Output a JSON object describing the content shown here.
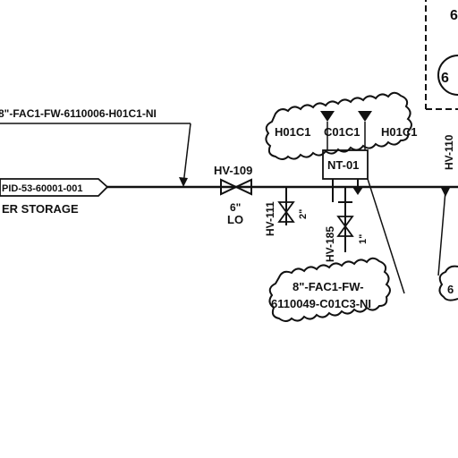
{
  "diagram": {
    "line_tag_top": "8\"-FAC1-FW-6110006-H01C1-NI",
    "offpage_ref": "PID-53-60001-001",
    "offpage_desc": "ER STORAGE",
    "valve_main": {
      "tag": "HV-109",
      "size": "6\"",
      "status": "LO"
    },
    "valve_vent": {
      "tag": "HV-111",
      "size": "2\""
    },
    "valve_drain": {
      "tag": "HV-185",
      "size": "1\""
    },
    "valve_right": {
      "tag": "HV-110"
    },
    "instrument": {
      "tag": "NT-01"
    },
    "cloud_top": {
      "tags": [
        "H01C1",
        "C01C1",
        "H01C1"
      ]
    },
    "cloud_bottom": {
      "line1": "8\"-FAC1-FW-",
      "line2": "6110049-C01C3-NI"
    },
    "right_partial": {
      "glyph": "6",
      "cloud_glyph": "6"
    }
  }
}
